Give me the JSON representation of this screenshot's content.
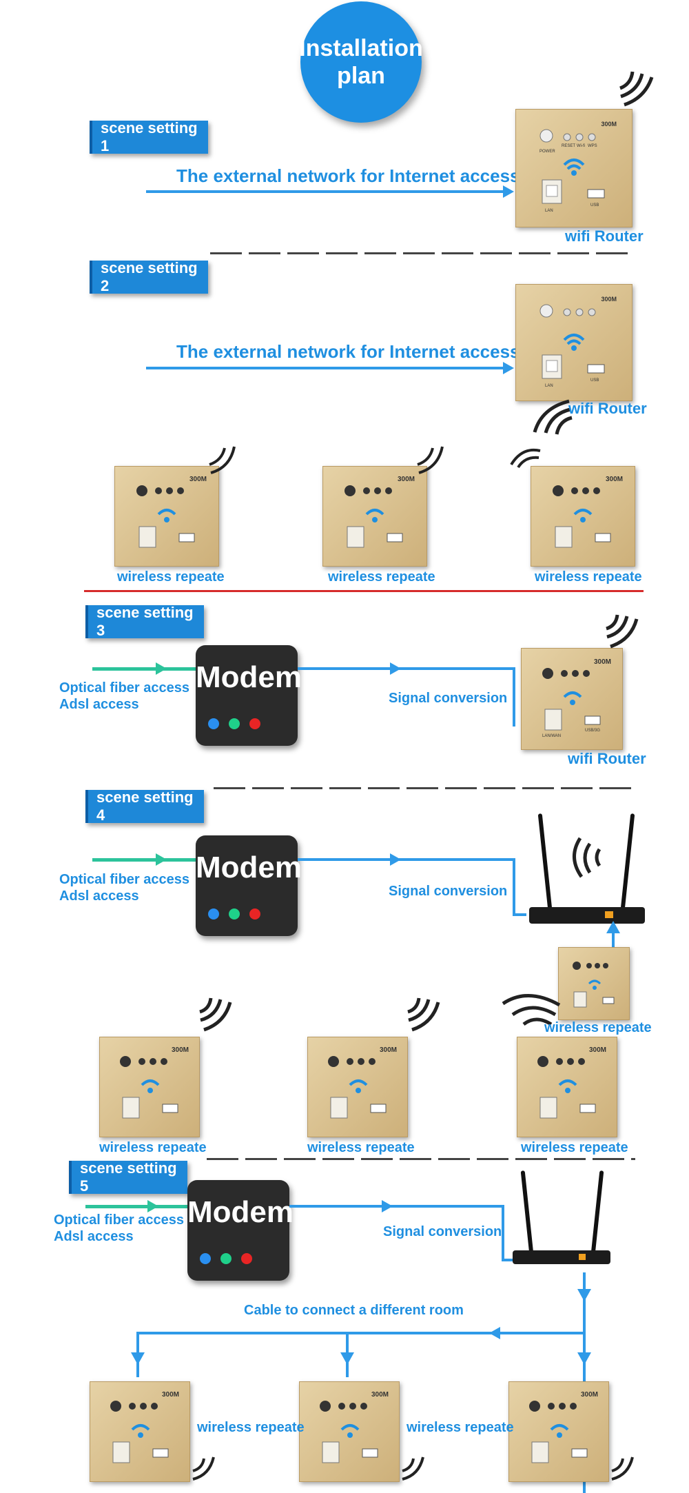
{
  "title": {
    "line1": "Installation",
    "line2": "plan"
  },
  "scenes": {
    "s1": "scene setting 1",
    "s2": "scene setting 2",
    "s3": "scene setting 3",
    "s4": "scene setting 4",
    "s5": "scene setting 5"
  },
  "labels": {
    "external_network": "The external network for Internet access",
    "wifi_router": "wifi Router",
    "wireless_repeate": "wireless repeate",
    "optical_fiber": "Optical fiber access",
    "adsl": "Adsl access",
    "modem": "Modem",
    "signal_conversion": "Signal conversion",
    "cable_connect": "Cable to connect a different room"
  },
  "panel": {
    "model": "300M",
    "buttons": [
      "POWER",
      "RESET",
      "Wi-fi",
      "WPS"
    ],
    "status": [
      "POWER",
      "WAN",
      "LAN",
      "WIFI",
      "USB/3G"
    ],
    "port_lan": "LAN",
    "port_usb": "USB",
    "port_lanwan": "LAN/WAN",
    "port_usb3g": "USB/3G"
  },
  "colors": {
    "accent_blue": "#1f8fe0",
    "fiber_green": "#2cc39b",
    "divider_red": "#d62b2b",
    "led_blue": "#2a8ff0",
    "led_green": "#1fd08a",
    "led_red": "#e82525"
  }
}
